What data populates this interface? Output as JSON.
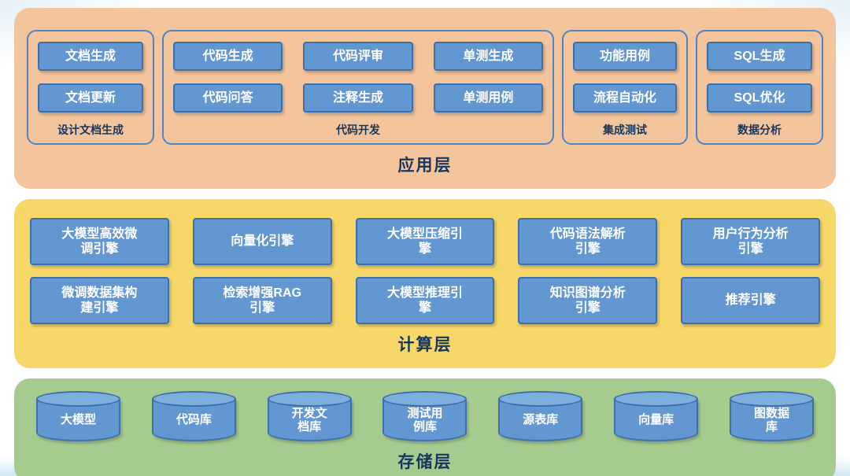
{
  "layers": {
    "application": {
      "label": "应用层",
      "groups": [
        {
          "label": "设计文档生成",
          "items": [
            "文档生成",
            "文档更新"
          ]
        },
        {
          "label": "代码开发",
          "items": [
            "代码生成",
            "代码评审",
            "单测生成",
            "代码问答",
            "注释生成",
            "单测用例"
          ]
        },
        {
          "label": "集成测试",
          "items": [
            "功能用例",
            "流程自动化"
          ]
        },
        {
          "label": "数据分析",
          "items": [
            "SQL生成",
            "SQL优化"
          ]
        }
      ]
    },
    "computing": {
      "label": "计算层",
      "boxes": [
        "大模型高效微\n调引擎",
        "向量化引擎",
        "大模型压缩引\n擎",
        "代码语法解析\n引擎",
        "用户行为分析\n引擎",
        "微调数据集构\n建引擎",
        "检索增强RAG\n引擎",
        "大模型推理引\n擎",
        "知识图谱分析\n引擎",
        "推荐引擎"
      ]
    },
    "storage": {
      "label": "存储层",
      "items": [
        "大模型",
        "代码库",
        "开发文\n档库",
        "测试用\n例库",
        "源表库",
        "向量库",
        "图数据\n库"
      ]
    }
  },
  "colors": {
    "application_bg": "#f4c59c",
    "computing_bg": "#f6d767",
    "storage_bg": "#a5cc8e",
    "node_fill": "#6397d1",
    "node_border": "#3c70ad",
    "group_border": "#4c86c8",
    "label_text": "#17365d",
    "node_text": "#ffffff"
  }
}
